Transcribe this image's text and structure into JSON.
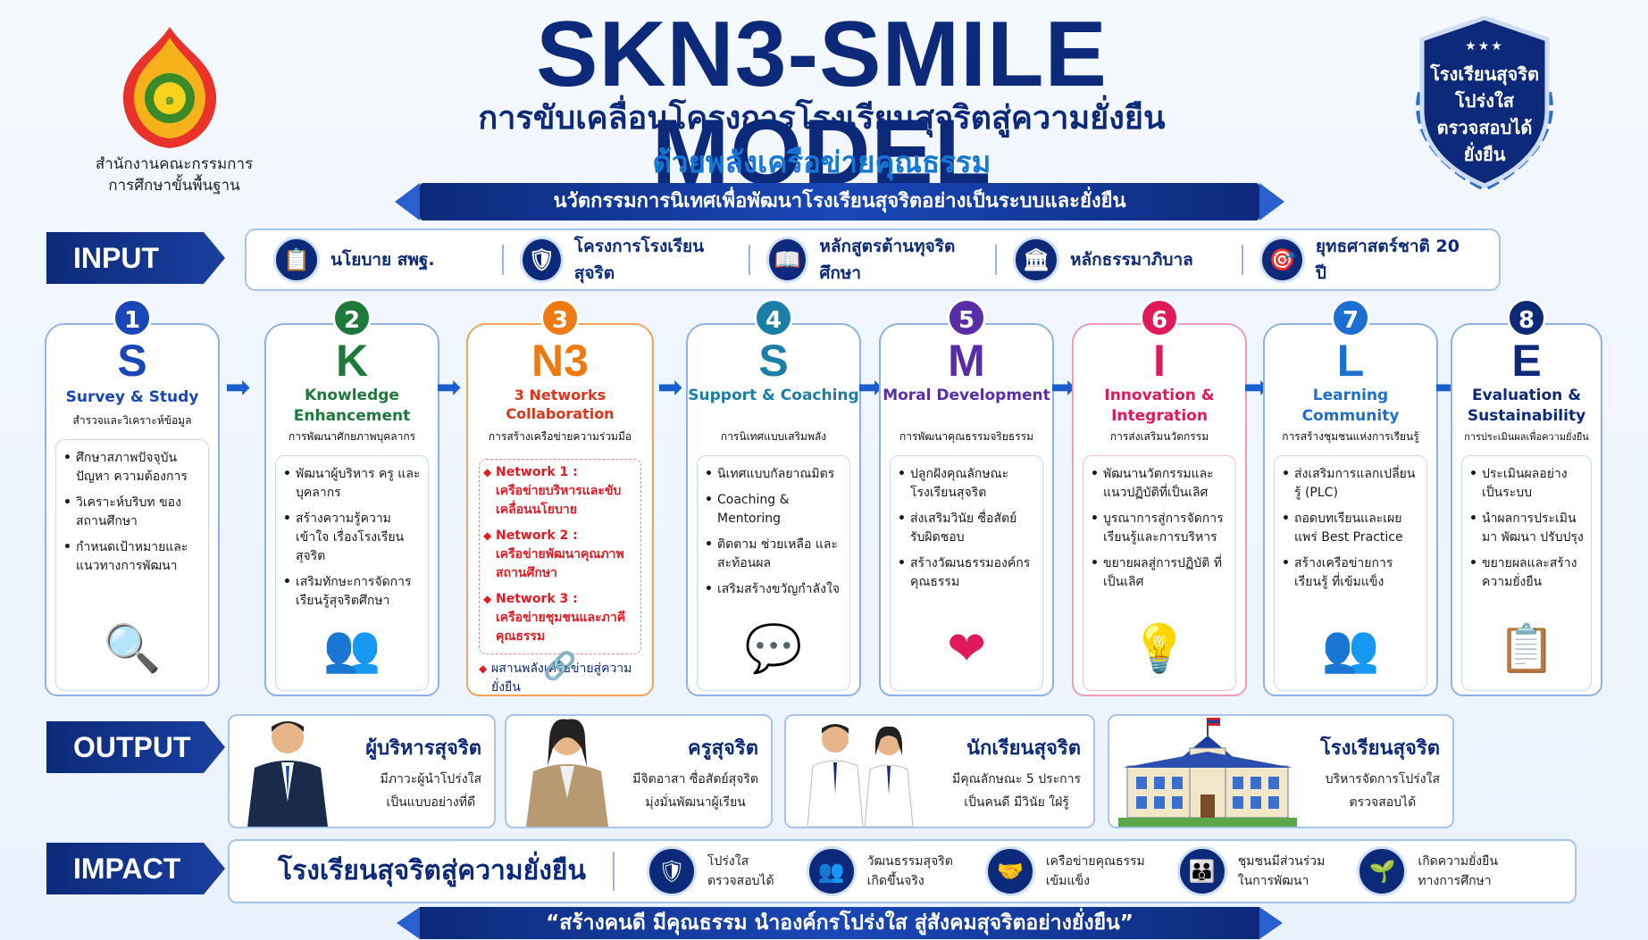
{
  "header": {
    "org_line1": "สำนักงานคณะกรรมการ",
    "org_line2": "การศึกษาขั้นพื้นฐาน",
    "title": "SKN3-SMILE MODEL",
    "subtitle1": "การขับเคลื่อนโครงการโรงเรียนสุจริตสู่ความยั่งยืน",
    "subtitle2": "ด้วยพลังเครือข่ายคุณธรรม",
    "banner": "นวัตกรรมการนิเทศเพื่อพัฒนาโรงเรียนสุจริตอย่างเป็นระบบและยั่งยืน",
    "shield_stars": "★★★",
    "shield_lines": [
      "โรงเรียนสุจริต",
      "โปร่งใส",
      "ตรวจสอบได้",
      "ยั่งยืน"
    ]
  },
  "labels": {
    "input": "INPUT",
    "output": "OUTPUT",
    "impact": "IMPACT"
  },
  "input_items": [
    {
      "icon": "clipboard-icon",
      "label": "นโยบาย สพฐ."
    },
    {
      "icon": "shield-check-icon",
      "label": "โครงการโรงเรียนสุจริต"
    },
    {
      "icon": "book-icon",
      "label": "หลักสูตรต้านทุจริตศึกษา"
    },
    {
      "icon": "institution-icon",
      "label": "หลักธรรมาภิบาล"
    },
    {
      "icon": "target-icon",
      "label": "ยุทธศาสตร์ชาติ 20 ปี"
    }
  ],
  "steps": [
    {
      "num": "1",
      "letter": "S",
      "ename": "Survey & Study",
      "tname": "สำรวจและวิเคราะห์ข้อมูล",
      "color": "#1a47b8",
      "bullets": [
        "ศึกษาสภาพปัจจุบัน ปัญหา ความต้องการ",
        "วิเคราะห์บริบท ของสถานศึกษา",
        "กำหนดเป้าหมายและ แนวทางการพัฒนา"
      ],
      "icon": "magnifier-chart-icon"
    },
    {
      "num": "2",
      "letter": "K",
      "ename": "Knowledge Enhancement",
      "tname": "การพัฒนาศักยภาพบุคลากร",
      "color": "#1e7a3a",
      "bullets": [
        "พัฒนาผู้บริหาร ครู และบุคลากร",
        "สร้างความรู้ความเข้าใจ เรื่องโรงเรียนสุจริต",
        "เสริมทักษะการจัดการ เรียนรู้สุจริตศึกษา"
      ],
      "icon": "team-icon"
    },
    {
      "num": "3",
      "letter": "N3",
      "ename": "3 Networks Collaboration",
      "tname": "การสร้างเครือข่ายความร่วมมือ",
      "color": "#f07a12",
      "networks": [
        {
          "label": "Network 1 :",
          "desc": "เครือข่ายบริหารและขับเคลื่อนนโยบาย"
        },
        {
          "label": "Network 2 :",
          "desc": "เครือข่ายพัฒนาคุณภาพสถานศึกษา"
        },
        {
          "label": "Network 3 :",
          "desc": "เครือข่ายชุมชนและภาคีคุณธรรม"
        }
      ],
      "extra": "ผสานพลังเครือข่ายสู่ความยั่งยืน",
      "icon": "network-icon"
    },
    {
      "num": "4",
      "letter": "S",
      "ename": "Support & Coaching",
      "tname": "การนิเทศแบบเสริมพลัง",
      "color": "#1a7fa8",
      "bullets": [
        "นิเทศแบบกัลยาณมิตร",
        "Coaching & Mentoring",
        "ติดตาม ช่วยเหลือ และสะท้อนผล",
        "เสริมสร้างขวัญกำลังใจ"
      ],
      "icon": "coaching-icon"
    },
    {
      "num": "5",
      "letter": "M",
      "ename": "Moral Development",
      "tname": "การพัฒนาคุณธรรมจริยธรรม",
      "color": "#5a2da8",
      "bullets": [
        "ปลูกฝังคุณลักษณะ โรงเรียนสุจริต",
        "ส่งเสริมวินัย ซื่อสัตย์ รับผิดชอบ",
        "สร้างวัฒนธรรมองค์กร คุณธรรม"
      ],
      "icon": "heart-hand-icon"
    },
    {
      "num": "6",
      "letter": "I",
      "ename": "Innovation & Integration",
      "tname": "การส่งเสริมนวัตกรรม",
      "color": "#e0195a",
      "bullets": [
        "พัฒนานวัตกรรมและ แนวปฏิบัติที่เป็นเลิศ",
        "บูรณาการสู่การจัดการ เรียนรู้และการบริหาร",
        "ขยายผลสู่การปฏิบัติ ที่เป็นเลิศ"
      ],
      "icon": "lightbulb-gear-icon"
    },
    {
      "num": "7",
      "letter": "L",
      "ename": "Learning Community",
      "tname": "การสร้างชุมชนแห่งการเรียนรู้",
      "color": "#1a6fd0",
      "bullets": [
        "ส่งเสริมการแลกเปลี่ยนรู้ (PLC)",
        "ถอดบทเรียนและเผยแพร่ Best Practice",
        "สร้างเครือข่ายการเรียนรู้ ที่เข้มแข็ง"
      ],
      "icon": "community-icon"
    },
    {
      "num": "8",
      "letter": "E",
      "ename": "Evaluation & Sustainability",
      "tname": "การประเมินผลเพื่อความยั่งยืน",
      "color": "#0d2a7a",
      "bullets": [
        "ประเมินผลอย่างเป็นระบบ",
        "นำผลการประเมินมา พัฒนา ปรับปรุง",
        "ขยายผลและสร้าง ความยั่งยืน"
      ],
      "icon": "checklist-icon"
    }
  ],
  "outputs": [
    {
      "title": "ผู้บริหารสุจริต",
      "line1": "มีภาวะผู้นำโปร่งใส",
      "line2": "เป็นแบบอย่างที่ดี",
      "pic": "executive-figure"
    },
    {
      "title": "ครูสุจริต",
      "line1": "มีจิตอาสา ซื่อสัตย์สุจริต",
      "line2": "มุ่งมั่นพัฒนาผู้เรียน",
      "pic": "teacher-figure"
    },
    {
      "title": "นักเรียนสุจริต",
      "line1": "มีคุณลักษณะ 5 ประการ",
      "line2": "เป็นคนดี มีวินัย ใฝ่รู้",
      "pic": "students-figure"
    },
    {
      "title": "โรงเรียนสุจริต",
      "line1": "บริหารจัดการโปร่งใส",
      "line2": "ตรวจสอบได้",
      "pic": "school-building"
    }
  ],
  "impact": {
    "title": "โรงเรียนสุจริตสู่ความยั่งยืน",
    "items": [
      {
        "icon": "shield-check-icon",
        "line1": "โปร่งใส",
        "line2": "ตรวจสอบได้"
      },
      {
        "icon": "people-icon",
        "line1": "วัฒนธรรมสุจริต",
        "line2": "เกิดขึ้นจริง"
      },
      {
        "icon": "handshake-icon",
        "line1": "เครือข่ายคุณธรรม",
        "line2": "เข้มแข็ง"
      },
      {
        "icon": "family-icon",
        "line1": "ชุมชนมีส่วนร่วม",
        "line2": "ในการพัฒนา"
      },
      {
        "icon": "sprout-icon",
        "line1": "เกิดความยั่งยืน",
        "line2": "ทางการศึกษา"
      }
    ]
  },
  "footer": "“สร้างคนดี มีคุณธรรม นำองค์กรโปร่งใส สู่สังคมสุจริตอย่างยั่งยืน”"
}
